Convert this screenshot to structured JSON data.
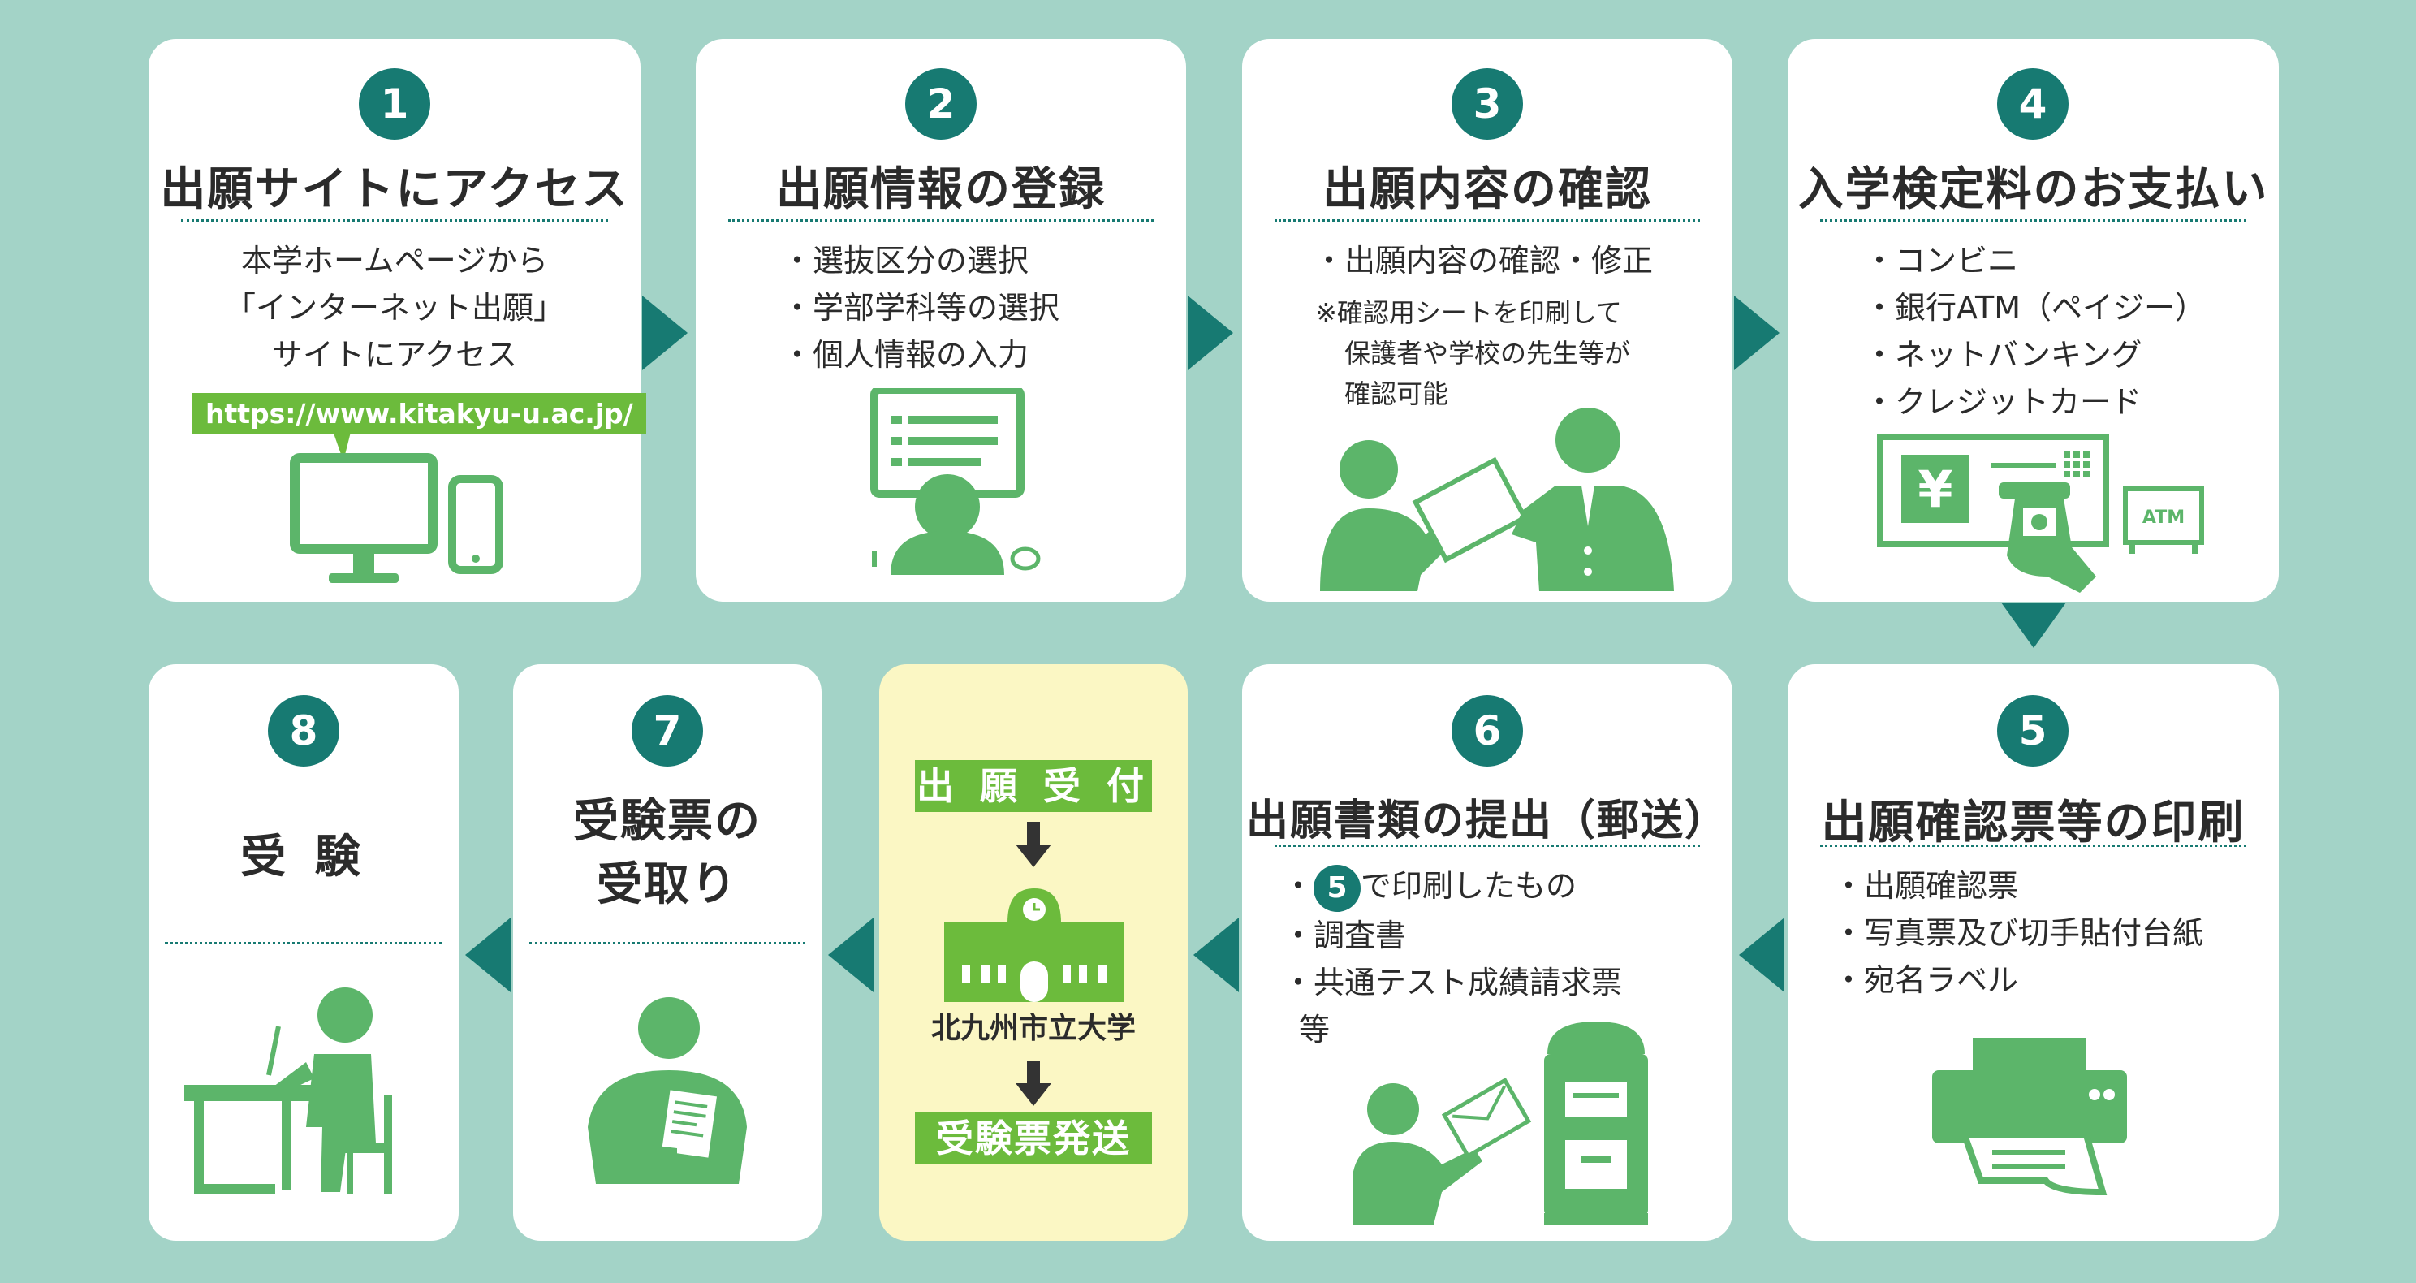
{
  "colors": {
    "background": "#a3d3c7",
    "teal": "#177a72",
    "green": "#6cbb3c",
    "figure_green": "#5cb56a",
    "highlight": "#fbf7c4"
  },
  "steps": [
    {
      "number": "1",
      "title": "出願サイトにアクセス",
      "lines": [
        "本学ホームページから",
        "「インターネット出願」",
        "サイトにアクセス"
      ],
      "url": "https://www.kitakyu-u.ac.jp/",
      "icon": "computer-and-smartphone-icon"
    },
    {
      "number": "2",
      "title": "出願情報の登録",
      "lines": [
        "・選抜区分の選択",
        "・学部学科等の選択",
        "・個人情報の入力"
      ],
      "icon": "person-at-computer-icon"
    },
    {
      "number": "3",
      "title": "出願内容の確認",
      "lines": [
        "・出願内容の確認・修正",
        "※確認用シートを印刷して",
        "保護者や学校の先生等が",
        "確認可能"
      ],
      "icon": "person-handing-document-icon"
    },
    {
      "number": "4",
      "title": "入学検定料のお支払い",
      "lines": [
        "・コンビニ",
        "・銀行ATM（ペイジー）",
        "・ネットバンキング",
        "・クレジットカード"
      ],
      "icon": "atm-icon",
      "atm_label": "ATM",
      "yen": "¥"
    },
    {
      "number": "5",
      "title": "出願確認票等の印刷",
      "lines": [
        "・出願確認票",
        "・写真票及び切手貼付台紙",
        "・宛名ラベル"
      ],
      "icon": "printer-icon"
    },
    {
      "number": "6",
      "title": "出願書類の提出（郵送）",
      "badge": "5",
      "lines_first_suffix": "で印刷したもの",
      "lines": [
        "・調査書",
        "・共通テスト成績請求票",
        "等"
      ],
      "icon": "person-posting-letter-icon"
    },
    {
      "number": "7",
      "title_line1": "受験票の",
      "title_line2": "受取り",
      "icon": "person-reading-ticket-icon"
    },
    {
      "number": "8",
      "title": "受 験",
      "icon": "person-at-desk-icon"
    }
  ],
  "university_box": {
    "top_label": "出 願 受 付",
    "university": "北九州市立大学",
    "bottom_label": "受験票発送"
  }
}
